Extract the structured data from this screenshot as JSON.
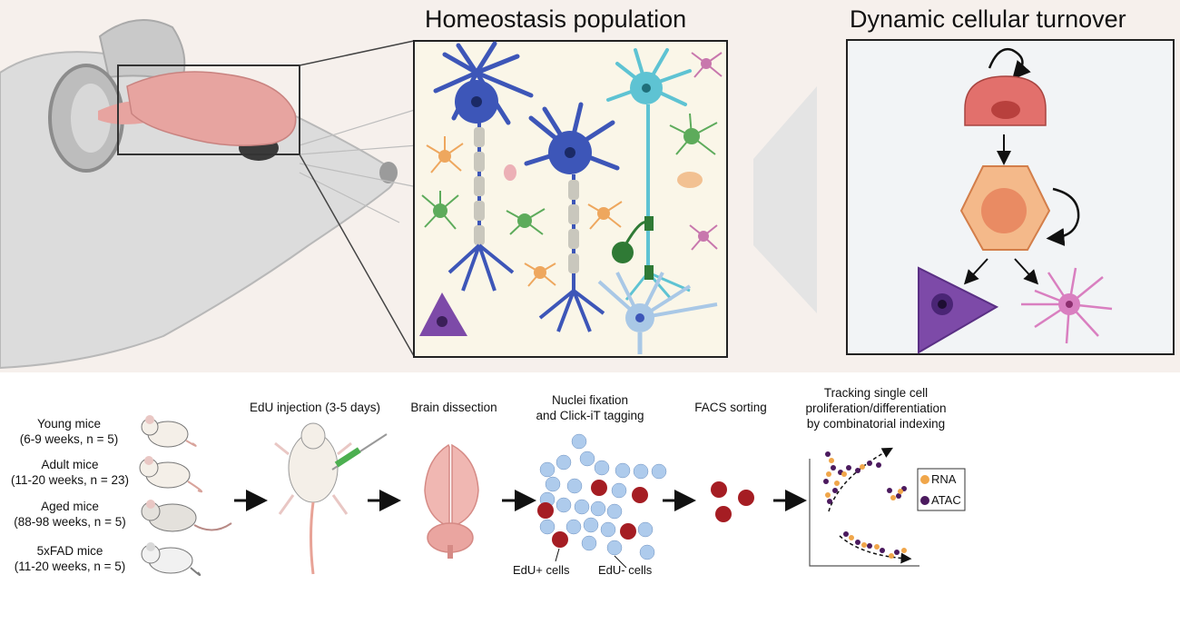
{
  "titles": {
    "homeostasis": "Homeostasis population",
    "turnover": "Dynamic cellular turnover"
  },
  "cohorts": [
    {
      "name": "Young mice",
      "detail": "(6-9 weeks, n = 5)"
    },
    {
      "name": "Adult mice",
      "detail": "(11-20 weeks, n = 23)"
    },
    {
      "name": "Aged mice",
      "detail": "(88-98 weeks, n = 5)"
    },
    {
      "name": "5xFAD mice",
      "detail": "(11-20 weeks, n = 5)"
    }
  ],
  "steps": {
    "injection": "EdU injection (3-5 days)",
    "dissection": "Brain dissection",
    "fixation_line1": "Nuclei fixation",
    "fixation_line2": "and Click-iT tagging",
    "facs": "FACS sorting",
    "tracking_line1": "Tracking single cell",
    "tracking_line2": "proliferation/differentiation",
    "tracking_line3": "by combinatorial indexing"
  },
  "cell_labels": {
    "edu_pos": "EdU+ cells",
    "edu_neg": "EdU- cells"
  },
  "legend": {
    "rna": "RNA",
    "atac": "ATAC"
  },
  "colors": {
    "edu_pos": "#a51d23",
    "edu_neg": "#aecbec",
    "rna_dot": "#f0a64a",
    "atac_dot": "#4b1a5e",
    "neuron_blue": "#3d56b8",
    "neuron_cyan": "#5ec3d3",
    "glia_green": "#5dab5b",
    "glia_orange": "#eea75e",
    "turnover_red": "#e2706c",
    "turnover_orange": "#f4b98a",
    "purple_cell": "#7d4aa8",
    "pink_cell": "#d97fc0"
  }
}
